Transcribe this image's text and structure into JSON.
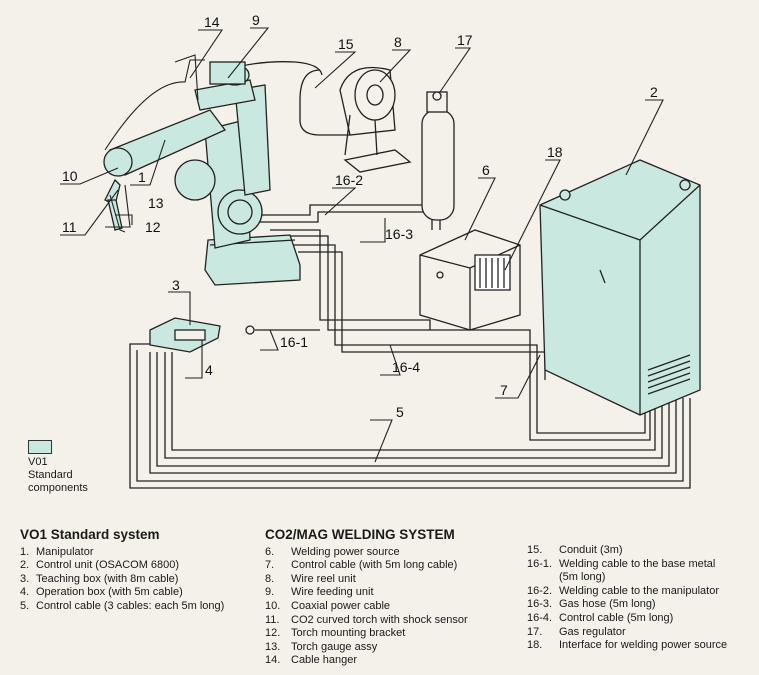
{
  "diagram": {
    "callouts": [
      "14",
      "9",
      "15",
      "8",
      "17",
      "2",
      "18",
      "6",
      "10",
      "1",
      "13",
      "11",
      "12",
      "16-2",
      "16-3",
      "3",
      "16-1",
      "4",
      "16-4",
      "7",
      "5"
    ],
    "colors": {
      "component": "#c9e8df",
      "line": "#222222",
      "background": "#f3f1ea"
    }
  },
  "legend": {
    "line1": "V01",
    "line2": "Standard",
    "line3": "components"
  },
  "standard_system": {
    "title": "VO1 Standard system",
    "items": [
      {
        "num": "1.",
        "text": "Manipulator"
      },
      {
        "num": "2.",
        "text": "Control unit (OSACOM 6800)"
      },
      {
        "num": "3.",
        "text": "Teaching box (with 8m cable)"
      },
      {
        "num": "4.",
        "text": "Operation box (with 5m cable)"
      },
      {
        "num": "5.",
        "text": "Control cable (3 cables: each 5m long)"
      }
    ]
  },
  "welding_system": {
    "title": "CO2/MAG WELDING SYSTEM",
    "items": [
      {
        "num": "6.",
        "text": "Welding power source"
      },
      {
        "num": "7.",
        "text": "Control cable (with 5m long cable)"
      },
      {
        "num": "8.",
        "text": "Wire reel unit"
      },
      {
        "num": "9.",
        "text": "Wire feeding unit"
      },
      {
        "num": "10.",
        "text": "Coaxial power cable"
      },
      {
        "num": "11.",
        "text": "CO2 curved torch with shock sensor"
      },
      {
        "num": "12.",
        "text": "Torch mounting bracket"
      },
      {
        "num": "13.",
        "text": "Torch gauge assy"
      },
      {
        "num": "14.",
        "text": "Cable hanger"
      }
    ]
  },
  "welding_system_2": {
    "items": [
      {
        "num": "15.",
        "text": "Conduit (3m)"
      },
      {
        "num": "16-1.",
        "text": "Welding cable to the base metal"
      },
      {
        "num": "",
        "text": "(5m long)"
      },
      {
        "num": "16-2.",
        "text": "Welding cable to the manipulator"
      },
      {
        "num": "16-3.",
        "text": "Gas hose (5m long)"
      },
      {
        "num": "16-4.",
        "text": "Control cable (5m long)"
      },
      {
        "num": "17.",
        "text": "Gas regulator"
      },
      {
        "num": "18.",
        "text": "Interface for welding power source"
      }
    ]
  }
}
